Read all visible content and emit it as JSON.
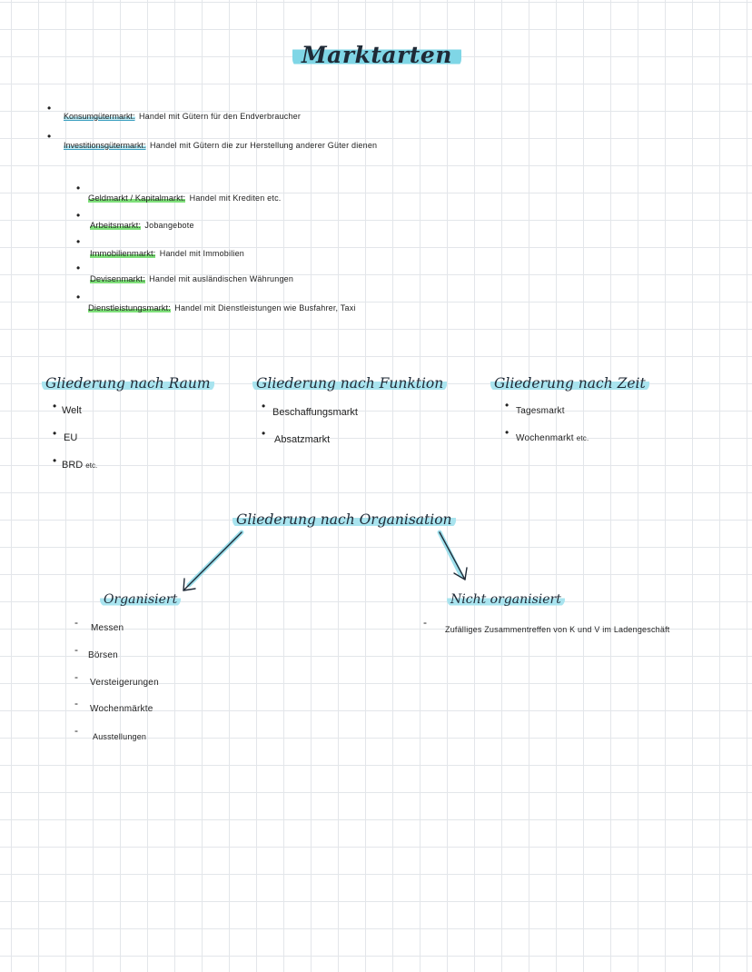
{
  "title": "Marktarten",
  "market_types": [
    {
      "term": "Konsumgütermarkt:",
      "desc": "Handel mit Gütern für den Endverbraucher"
    },
    {
      "term": "Investitionsgütermarkt:",
      "desc": "Handel mit Gütern die zur Herstellung anderer Güter dienen"
    }
  ],
  "sub_markets": [
    {
      "term": "Geldmarkt / Kapitalmarkt:",
      "desc": "Handel mit Krediten etc."
    },
    {
      "term": "Arbeitsmarkt:",
      "desc": "Jobangebote"
    },
    {
      "term": "Immobilienmarkt:",
      "desc": "Handel mit Immobilien"
    },
    {
      "term": "Devisenmarkt:",
      "desc": "Handel mit ausländischen Währungen"
    },
    {
      "term": "Dienstleistungsmarkt:",
      "desc": "Handel mit Dienstleistungen wie Busfahrer, Taxi"
    }
  ],
  "raum": {
    "heading": "Gliederung nach Raum",
    "items": [
      "Welt",
      "EU",
      "BRD"
    ],
    "etc": "etc."
  },
  "funktion": {
    "heading": "Gliederung nach Funktion",
    "items": [
      "Beschaffungsmarkt",
      "Absatzmarkt"
    ]
  },
  "zeit": {
    "heading": "Gliederung nach Zeit",
    "items": [
      "Tagesmarkt",
      "Wochenmarkt"
    ],
    "etc": "etc."
  },
  "organisation": {
    "heading": "Gliederung nach Organisation",
    "organisiert": {
      "heading": "Organisiert",
      "items": [
        "Messen",
        "Börsen",
        "Versteigerungen",
        "Wochenmärkte",
        "Ausstellungen"
      ]
    },
    "nicht_organisiert": {
      "heading": "Nicht organisiert",
      "items": [
        "Zufälliges Zusammentreffen von K und V im Ladengeschäft"
      ]
    }
  },
  "colors": {
    "highlight_blue": "#7fd6e6",
    "highlight_green": "#7fe07a",
    "ink": "#1f1f1f"
  }
}
